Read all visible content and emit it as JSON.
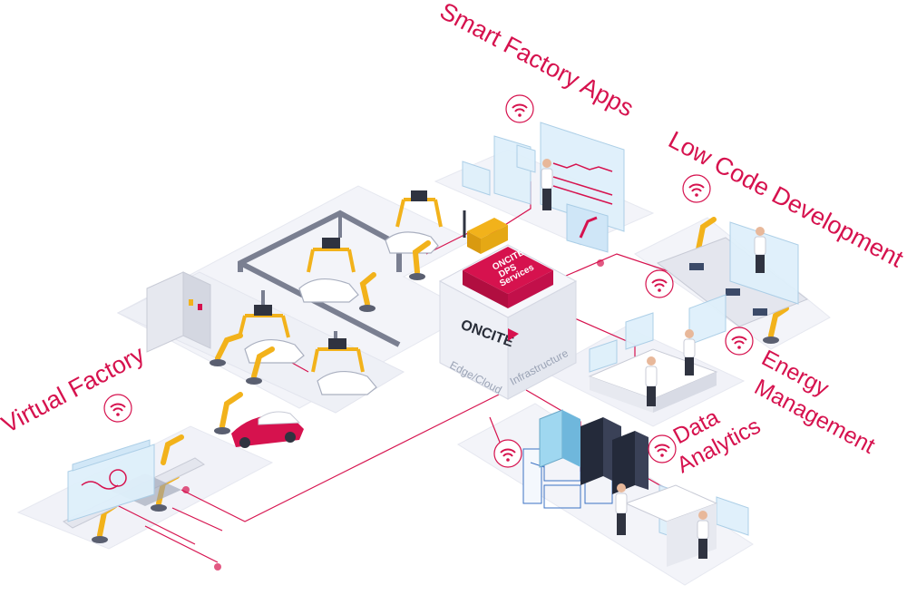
{
  "labels": {
    "smart_factory_apps": "Smart Factory Apps",
    "low_code_development": "Low Code Development",
    "virtual_factory": "Virtual Factory",
    "energy_management_line1": "Energy",
    "energy_management_line2": "Management",
    "data_analytics_line1": "Data",
    "data_analytics_line2": "Analytics"
  },
  "center_box": {
    "logo": "ONCITE",
    "lid_line1": "ONCITE",
    "lid_line2": "DPS",
    "lid_line3": "Services",
    "face_left": "Edge/Cloud",
    "face_right": "Infrastructure"
  },
  "colors": {
    "accent": "#d6124e",
    "floor": "#f1f2f8",
    "robot": "#f2b21b",
    "screen": "#dff0fb"
  },
  "icons": [
    "wifi-icon",
    "robot-arm-icon",
    "server-rack-icon",
    "car-icon",
    "person-icon",
    "screen-icon"
  ]
}
